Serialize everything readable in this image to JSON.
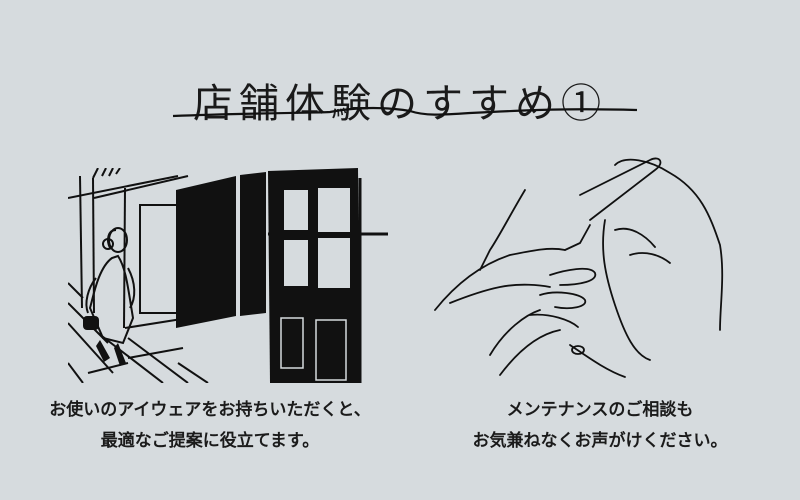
{
  "title": "店舗体験のすすめ①",
  "colors": {
    "background": "#d6dbde",
    "ink": "#111111"
  },
  "illustrations": [
    {
      "name": "woman-entering-store-illustration"
    },
    {
      "name": "hands-adjusting-eyewear-illustration"
    }
  ],
  "captions": {
    "left": {
      "line1": "お使いのアイウェアをお持ちいただくと、",
      "line2": "最適なご提案に役立てます。"
    },
    "right": {
      "line1": "メンテナンスのご相談も",
      "line2": "お気兼ねなくお声がけください。"
    }
  }
}
